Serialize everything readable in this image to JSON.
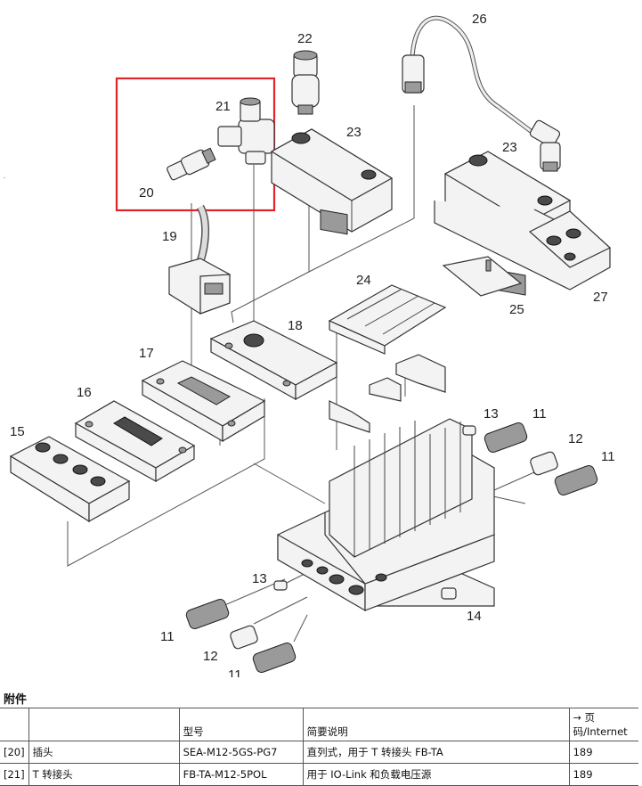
{
  "callouts": [
    "11",
    "11",
    "11",
    "11",
    "12",
    "12",
    "13",
    "13",
    "14",
    "15",
    "16",
    "17",
    "18",
    "19",
    "20",
    "21",
    "22",
    "23",
    "23",
    "24",
    "25",
    "26",
    "27"
  ],
  "highlight_color": "#e0242b",
  "accessories": {
    "title": "附件",
    "headers": {
      "position": "",
      "name": "",
      "type": "型号",
      "description": "简要说明",
      "page_arrow": "→",
      "page": "页码/Internet"
    },
    "rows": [
      {
        "position": "[20]",
        "name": "插头",
        "type": "SEA-M12-5GS-PG7",
        "description": "直列式，用于 T 转接头 FB-TA",
        "page": "189"
      },
      {
        "position": "[21]",
        "name": "T 转接头",
        "type": "FB-TA-M12-5POL",
        "description": "用于 IO-Link 和负载电压源",
        "page": "189"
      }
    ]
  }
}
